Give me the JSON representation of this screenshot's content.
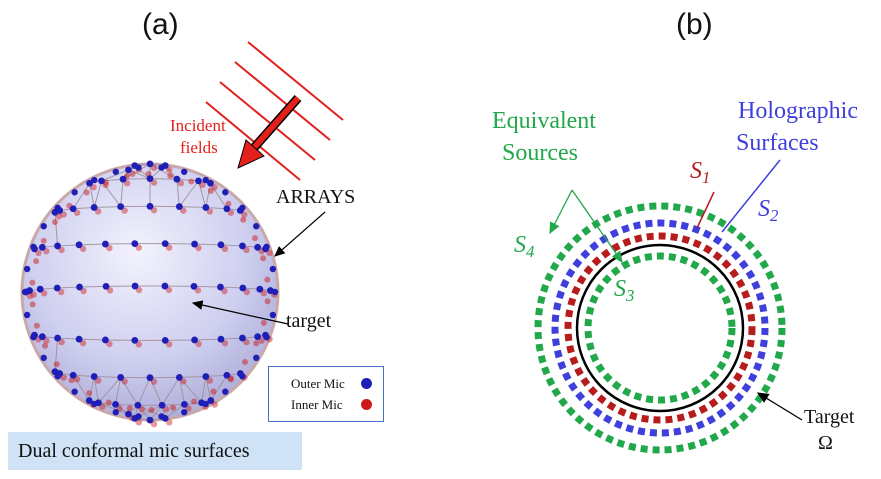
{
  "panel_a": {
    "label": "(a)",
    "incident_line1": "Incident",
    "incident_line2": "fields",
    "arrays_label": "ARRAYS",
    "target_label": "target",
    "legend": {
      "outer": "Outer Mic",
      "inner": "Inner Mic",
      "outer_color": "#1f1fb8",
      "inner_color": "#cc1a1a"
    },
    "caption": "Dual conformal mic surfaces",
    "colors": {
      "incident": "#e3201b",
      "sphere_fill": "#c9c9ee",
      "caption_bg": "#cfe2f6"
    }
  },
  "panel_b": {
    "label": "(b)",
    "equivalent_line1": "Equivalent",
    "equivalent_line2": "Sources",
    "holographic_line1": "Holographic",
    "holographic_line2": "Surfaces",
    "s1": {
      "base": "S",
      "sub": "1"
    },
    "s2": {
      "base": "S",
      "sub": "2"
    },
    "s3": {
      "base": "S",
      "sub": "3"
    },
    "s4": {
      "base": "S",
      "sub": "4"
    },
    "target_line1": "Target",
    "target_line2": "Ω",
    "colors": {
      "equivalent": "#21a84a",
      "holographic": "#3f3fdc",
      "s1": "#b71c1c",
      "target": "#000000"
    }
  }
}
